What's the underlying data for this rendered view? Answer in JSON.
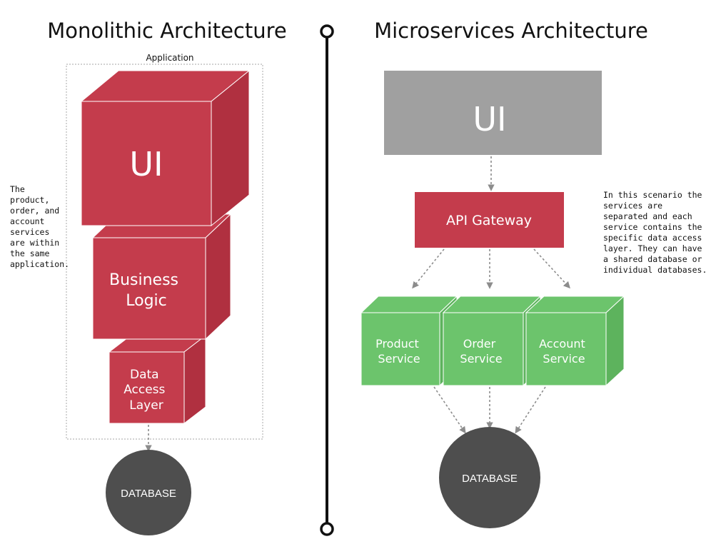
{
  "monolith": {
    "title": "Monolithic Architecture",
    "container_label": "Application",
    "note_lines": [
      "The",
      "product,",
      "order, and",
      "account",
      "services",
      "are within",
      "the same",
      "application."
    ],
    "ui_label": "UI",
    "business_logic_lines": [
      "Business",
      "Logic"
    ],
    "data_access_lines": [
      "Data",
      "Access",
      "Layer"
    ],
    "database_label": "DATABASE"
  },
  "microservices": {
    "title": "Microservices Architecture",
    "ui_label": "UI",
    "gateway_label": "API Gateway",
    "note_lines": [
      "In this scenario the",
      "services are",
      "separated and each",
      "service contains the",
      "specific data access",
      "layer. They can have",
      "a shared database or",
      "individual databases."
    ],
    "services": [
      {
        "lines": [
          "Product",
          "Service"
        ]
      },
      {
        "lines": [
          "Order",
          "Service"
        ]
      },
      {
        "lines": [
          "Account",
          "Service"
        ]
      }
    ],
    "database_label": "DATABASE"
  },
  "colors": {
    "monolith_front": "#c43c4c",
    "monolith_side": "#b03040",
    "ui_gray": "#a0a0a0",
    "service_green": "#6cc46c",
    "database": "#4e4e4e",
    "divider": "#111111"
  }
}
